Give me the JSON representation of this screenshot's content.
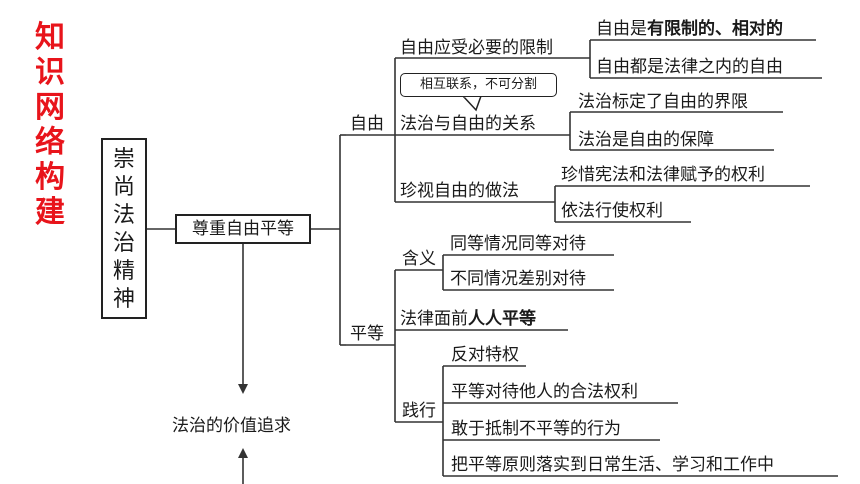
{
  "title": [
    "知",
    "识",
    "网",
    "络",
    "构",
    "建"
  ],
  "root": [
    "崇",
    "尚",
    "法",
    "治",
    "精",
    "神"
  ],
  "level1": "尊重自由平等",
  "bottom": "法治的价值追求",
  "freedom": {
    "label": "自由",
    "limit": {
      "label": "自由应受必要的限制",
      "item1": {
        "pre": "自由是",
        "bold": "有限制的、相对的"
      },
      "item2": "自由都是法律之内的自由"
    },
    "note": "相互联系，不可分割",
    "relation": {
      "label": "法治与自由的关系",
      "item1": "法治标定了自由的界限",
      "item2": "法治是自由的保障"
    },
    "cherish": {
      "label": "珍视自由的做法",
      "item1": "珍惜宪法和法律赋予的权利",
      "item2": "依法行使权利"
    }
  },
  "equality": {
    "label": "平等",
    "meaning": {
      "label": "含义",
      "item1": "同等情况同等对待",
      "item2": "不同情况差别对待"
    },
    "law": {
      "pre": "法律面前",
      "bold": "人人平等"
    },
    "practice": {
      "label": "践行",
      "items": [
        "反对特权",
        "平等对待他人的合法权利",
        "敢于抵制不平等的行为",
        "把平等原则落实到日常生活、学习和工作中"
      ]
    }
  }
}
